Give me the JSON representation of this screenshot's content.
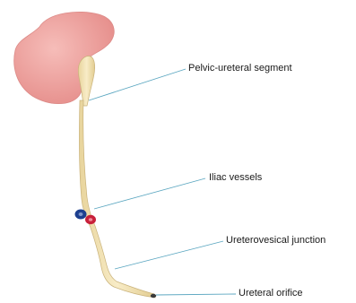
{
  "labels": {
    "pelvic_ureteral_segment": "Pelvic-ureteral segment",
    "iliac_vessels": "Iliac vessels",
    "ureterovesical_junction": "Ureterovesical junction",
    "ureteral_orifice": "Ureteral orifice"
  },
  "colors": {
    "kidney": "#eea3a1",
    "ureter": "#f2e3b6",
    "ureter_outline": "#c9b27a",
    "leader_line": "#5aa6c0",
    "artery": "#c8203a",
    "vein": "#1d3f8f"
  }
}
